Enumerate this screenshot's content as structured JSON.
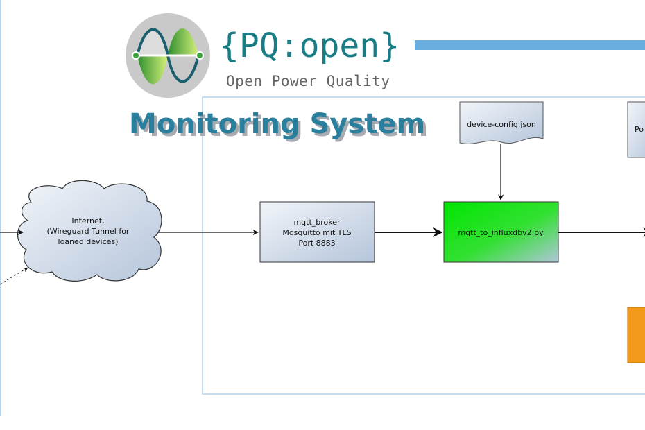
{
  "logo": {
    "brand": "{PQ:open}",
    "tagline": "Open Power Quality",
    "colors": {
      "circle": "#c9c9c9",
      "wave_dark": "#2f8f2f",
      "wave_light": "#c9ef6a",
      "accent_bar": "#6aaee0"
    }
  },
  "subtitle": "Monitoring System",
  "nodes": {
    "internet": [
      "Internet,",
      "(Wireguard Tunnel for",
      "loaned devices)"
    ],
    "broker": [
      "mqtt_broker",
      "Mosquitto mit TLS",
      "Port 8883"
    ],
    "config_file": "device-config.json",
    "script": "mqtt_to_influxdbv2.py",
    "cut_right_doc": "Po"
  },
  "colors": {
    "node_fill_light": "#f0f3f8",
    "node_fill_dark": "#b7c7dc",
    "script_green": "#00e600",
    "script_end": "#b0c6da",
    "orange": "#f39a1c",
    "container_border": "#9bc6e8"
  }
}
